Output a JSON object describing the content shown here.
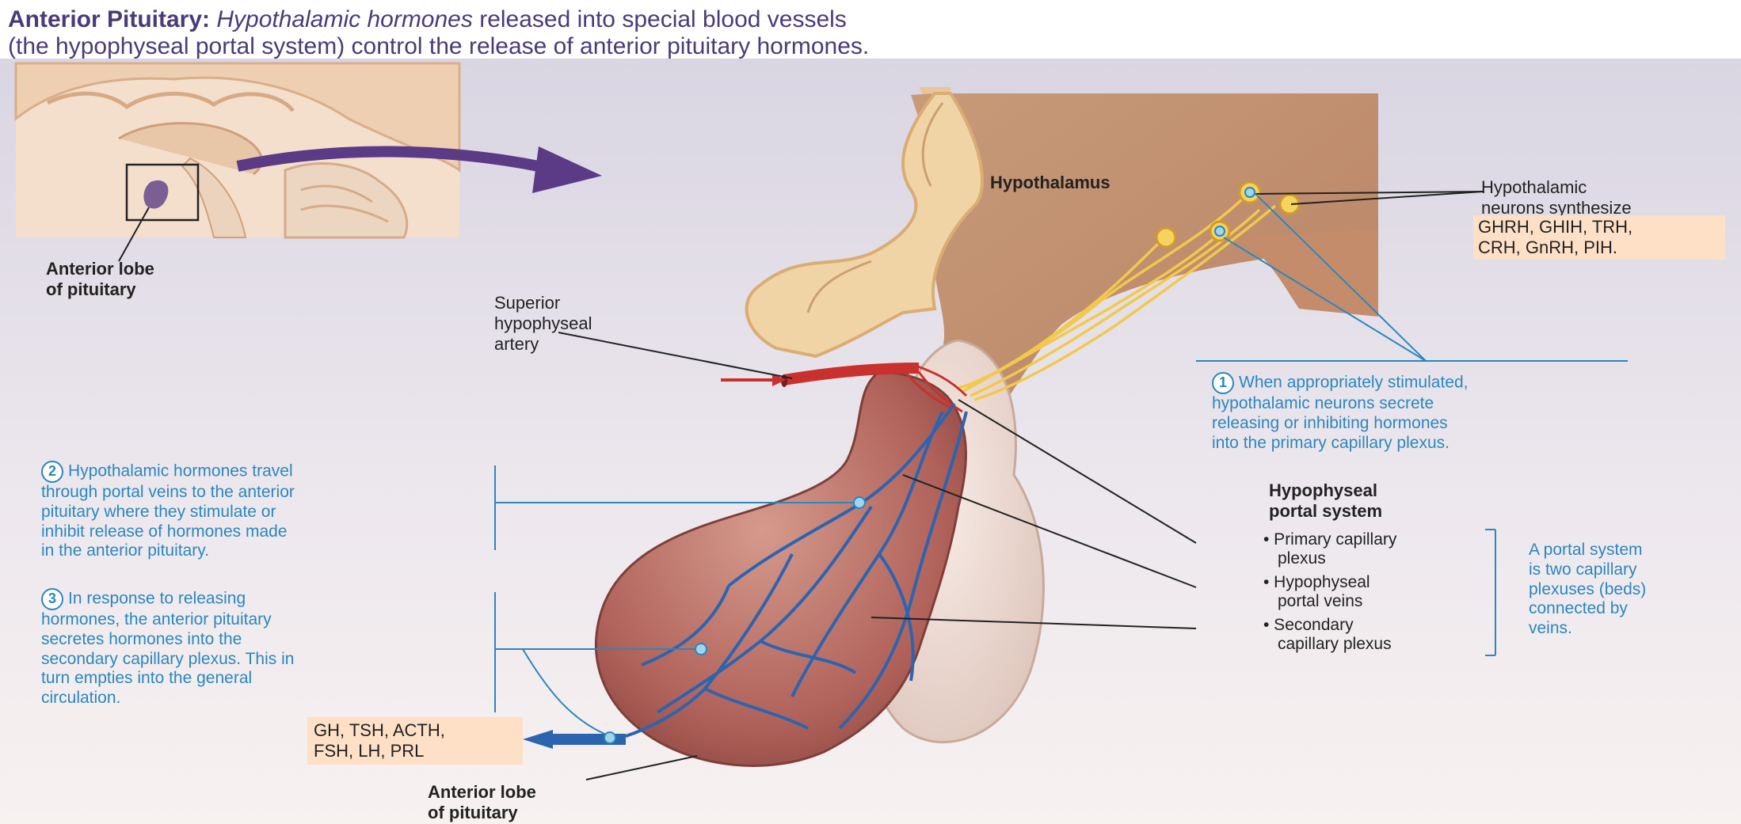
{
  "title": {
    "bold": "Anterior Pituitary:",
    "italic": "Hypothalamic hormones",
    "line1_rest": "released into special blood vessels",
    "line2": "(the hypophyseal portal system) control the release of anterior pituitary hormones."
  },
  "inset_label": {
    "line1": "Anterior lobe",
    "line2": "of pituitary"
  },
  "hypothalamus_label": "Hypothalamus",
  "neurons_label": {
    "line1": "Hypothalamic",
    "line2": "neurons synthesize",
    "line3": "GHRH, GHIH, TRH,",
    "line4": "CRH, GnRH, PIH."
  },
  "artery_label": {
    "line1": "Superior",
    "line2": "hypophyseal",
    "line3": "artery"
  },
  "step1": {
    "num": "1",
    "line1": "When appropriately stimulated,",
    "line2": "hypothalamic neurons secrete",
    "line3": "releasing or inhibiting hormones",
    "line4": "into the primary capillary plexus."
  },
  "step2": {
    "num": "2",
    "line1": "Hypothalamic hormones travel",
    "line2": "through portal veins to the anterior",
    "line3": "pituitary where they stimulate or",
    "line4": "inhibit release of hormones made",
    "line5": "in the anterior pituitary."
  },
  "step3": {
    "num": "3",
    "line1": "In response to releasing",
    "line2": "hormones, the anterior pituitary",
    "line3": "secretes hormones into the",
    "line4": "secondary capillary plexus. This in",
    "line5": "turn empties into the general",
    "line6": "circulation."
  },
  "portal_system": {
    "title_line1": "Hypophyseal",
    "title_line2": "portal system",
    "items": [
      {
        "line1": "• Primary capillary",
        "line2": "plexus"
      },
      {
        "line1": "• Hypophyseal",
        "line2": "portal veins"
      },
      {
        "line1": "• Secondary",
        "line2": "capillary plexus"
      }
    ]
  },
  "portal_note": {
    "line1": "A portal system",
    "line2": "is two capillary",
    "line3": "plexuses (beds)",
    "line4": "connected by",
    "line5": "veins."
  },
  "output_hormones": {
    "line1": "GH, TSH, ACTH,",
    "line2": "FSH, LH, PRL"
  },
  "bottom_label": {
    "line1": "Anterior lobe",
    "line2": "of pituitary"
  },
  "colors": {
    "title": "#4a3b78",
    "callout_blue": "#2b87bd",
    "hormone_box": "#fde0c6",
    "artery_red": "#c8312e",
    "vein_blue": "#2c64b0",
    "tissue_pink": "#b86a63",
    "posterior_lobe": "#eddad2"
  }
}
